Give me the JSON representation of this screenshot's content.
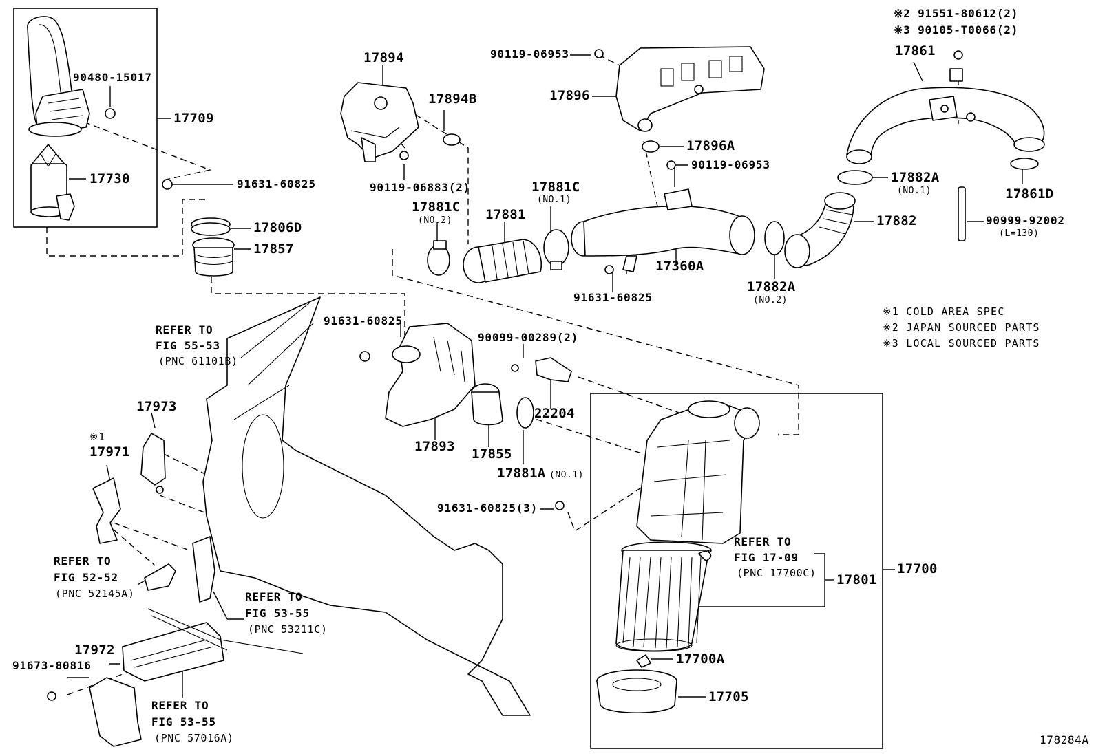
{
  "diagram_id": "178284A",
  "labels": {
    "p17709": "17709",
    "p90480": "90480-15017",
    "p17730": "17730",
    "p91631a": "91631-60825",
    "p17806D": "17806D",
    "p17857": "17857",
    "p17894": "17894",
    "p17894B": "17894B",
    "p90119b": "90119-06883(2)",
    "p90119a": "90119-06953",
    "p17896": "17896",
    "p17896A": "17896A",
    "p90119c": "90119-06953",
    "p17881Cno2": "17881C",
    "no2a": "(NO.2)",
    "p17881": "17881",
    "p17881Cno1": "17881C",
    "no1a": "(NO.1)",
    "p17360A": "17360A",
    "p91631b": "91631-60825",
    "p17882Ab": "17882A",
    "no2b": "(NO.2)",
    "p17882Aa": "17882A",
    "no1b": "(NO.1)",
    "p17882": "17882",
    "p17861": "17861",
    "p17861D": "17861D",
    "p90999": "90999-92002",
    "len130": "(L=130)",
    "mark2": "※2 91551-80612(2)",
    "mark3": "※3 90105-T0066(2)",
    "refer5553_a": "REFER TO",
    "refer5553_b": "FIG 55-53",
    "refer5553_c": "(PNC 61101B)",
    "p91631c": "91631-60825",
    "p90099": "90099-00289(2)",
    "p17893": "17893",
    "p17855": "17855",
    "p22204": "22204",
    "p17881A": "17881A",
    "no1c": "(NO.1)",
    "p91631d": "91631-60825(3)",
    "p17973": "17973",
    "mark1": "※1",
    "p17971": "17971",
    "refer5252_a": "REFER TO",
    "refer5252_b": "FIG 52-52",
    "refer5252_c": "(PNC 52145A)",
    "refer5355a_a": "REFER TO",
    "refer5355a_b": "FIG 53-55",
    "refer5355a_c": "(PNC 53211C)",
    "p17972": "17972",
    "p91673": "91673-80816",
    "refer5355b_a": "REFER TO",
    "refer5355b_b": "FIG 53-55",
    "refer5355b_c": "(PNC 57016A)",
    "refer1709_a": "REFER TO",
    "refer1709_b": "FIG 17-09",
    "refer1709_c": "(PNC 17700C)",
    "p17801": "17801",
    "p17700": "17700",
    "p17700A": "17700A",
    "p17705": "17705"
  },
  "notes": [
    "※1 COLD AREA SPEC",
    "※2 JAPAN SOURCED PARTS",
    "※3 LOCAL SOURCED PARTS"
  ]
}
